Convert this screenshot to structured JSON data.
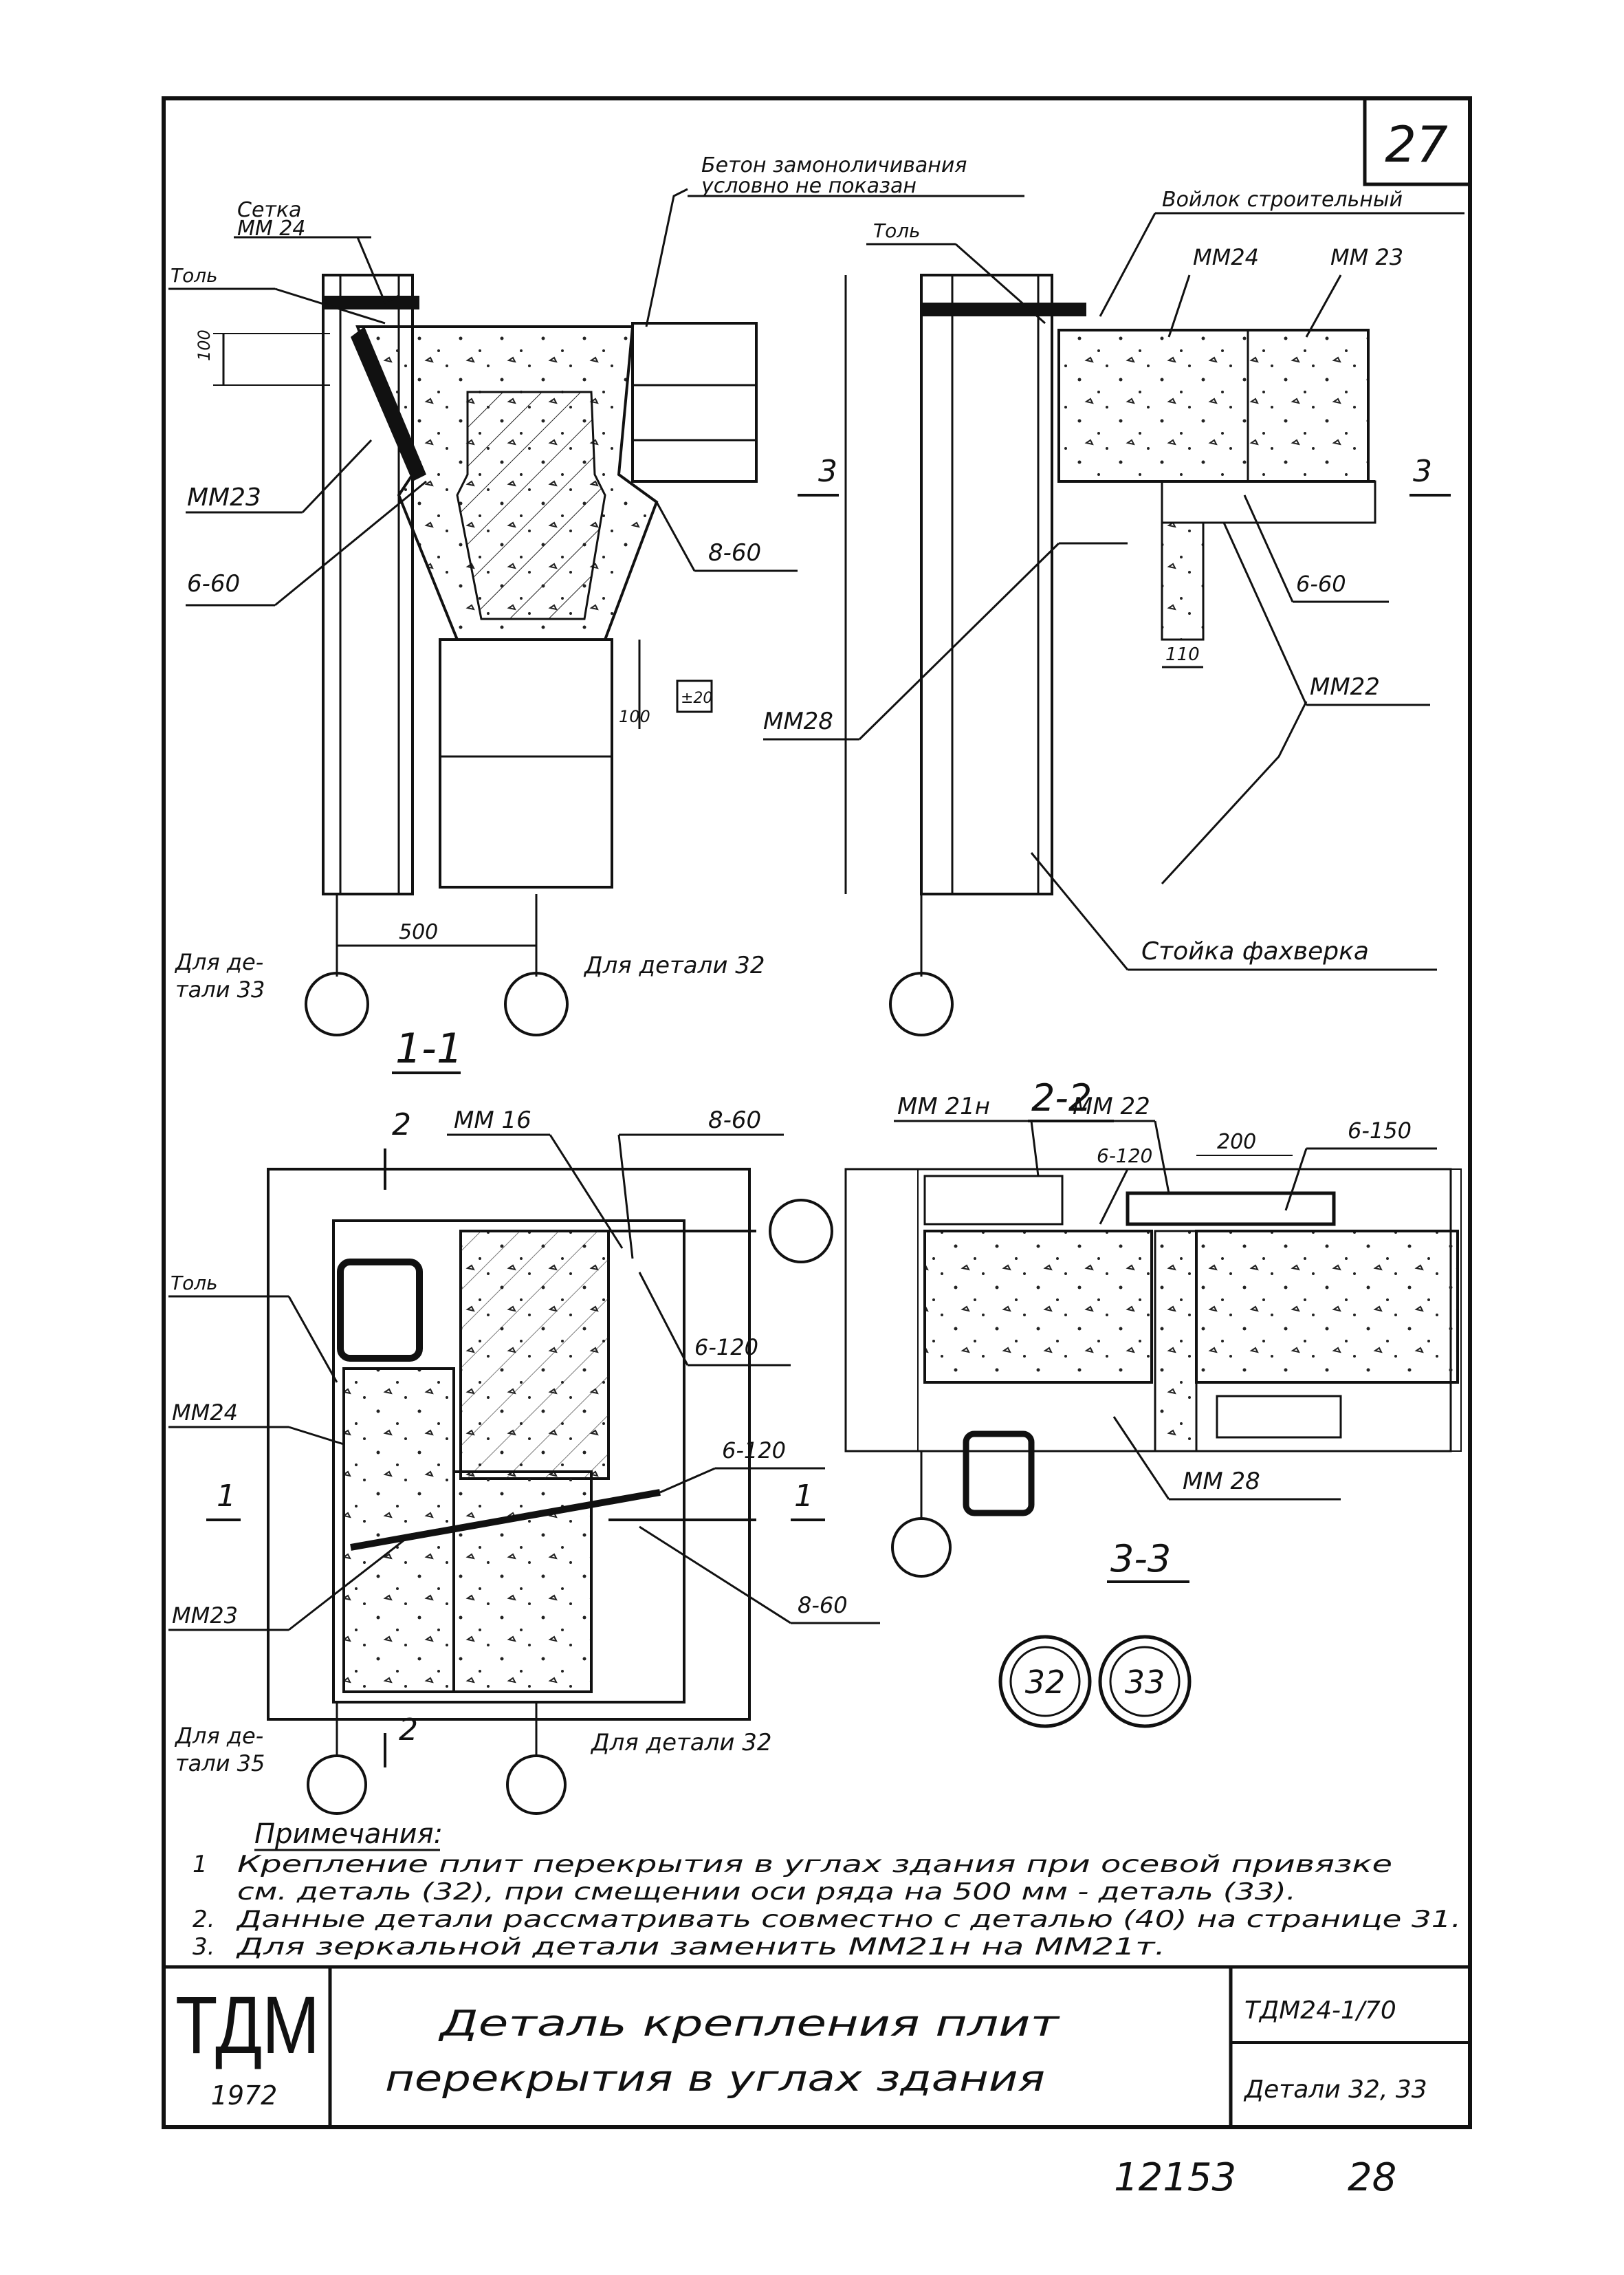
{
  "sheet": {
    "page_number": "27",
    "footer_left": "12153",
    "footer_right": "28"
  },
  "section_1_1": {
    "title": "1-1",
    "concrete_note_line1": "Бетон замоноличивания",
    "concrete_note_line2": "условно не показан",
    "mesh_line1": "Сетка",
    "mesh_line2": "ММ 24",
    "tol": "Толь",
    "dim_100_top": "100",
    "mm23": "ММ23",
    "b60": "6-60",
    "b860": "8-60",
    "dim_100": "100",
    "tol_pm": "±20",
    "dim_500": "500",
    "for_detail_33_line1": "Для де-",
    "for_detail_33_line2": "тали 33",
    "for_detail_32": "Для детали 32"
  },
  "section_2_2": {
    "title": "2-2",
    "felt": "Войлок строительный",
    "tol": "Толь",
    "mm24": "ММ24",
    "mm23": "ММ 23",
    "cut3": "3",
    "b60": "6-60",
    "dim_110": "110",
    "mm22": "ММ22",
    "mm28": "ММ28",
    "fachwerk": "Стойка фахверка"
  },
  "plan": {
    "cut2": "2",
    "mm16": "ММ 16",
    "b860_top": "8-60",
    "tol": "Толь",
    "b6120_a": "6-120",
    "mm24": "ММ24",
    "b6120_b": "6-120",
    "cut1": "1",
    "mm23": "ММ23",
    "b860_bottom": "8-60",
    "for_detail_35_line1": "Для де-",
    "for_detail_35_line2": "тали 35",
    "for_detail_32": "Для детали 32"
  },
  "section_3_3": {
    "title": "3-3",
    "mm21n": "ММ 21н",
    "mm22": "ММ 22",
    "b6120": "6-120",
    "dim_200": "200",
    "b6150": "6-150",
    "mm28": "ММ 28",
    "detail_32": "32",
    "detail_33": "33"
  },
  "notes": {
    "heading": "Примечания:",
    "n1_num": "1",
    "n1_line1": "Крепление плит перекрытия в углах здания при осевой привязке",
    "n1_line2": "см. деталь (32), при смещении оси ряда на 500 мм - деталь (33).",
    "n2_num": "2.",
    "n2": "Данные детали рассматривать совместно с деталью (40) на странице 31.",
    "n3_num": "3.",
    "n3": "Для зеркальной детали заменить ММ21н на ММ21т."
  },
  "title_block": {
    "logo": "ТДМ",
    "year": "1972",
    "title_line1": "Деталь крепления плит",
    "title_line2": "перекрытия в углах здания",
    "code": "ТДМ24-1/70",
    "details": "Детали 32, 33"
  }
}
